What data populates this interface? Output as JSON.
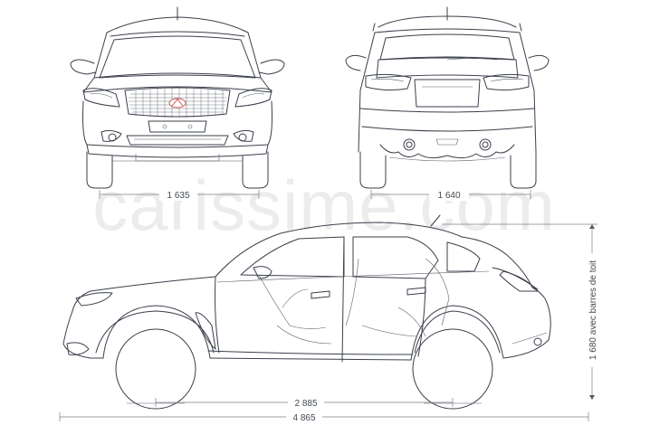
{
  "watermark": "carissime.com",
  "dimensions": {
    "front_track": "1 635",
    "rear_track": "1 640",
    "height": "1 680 avec barres de toit",
    "wheelbase": "2 885",
    "length": "4 865"
  }
}
